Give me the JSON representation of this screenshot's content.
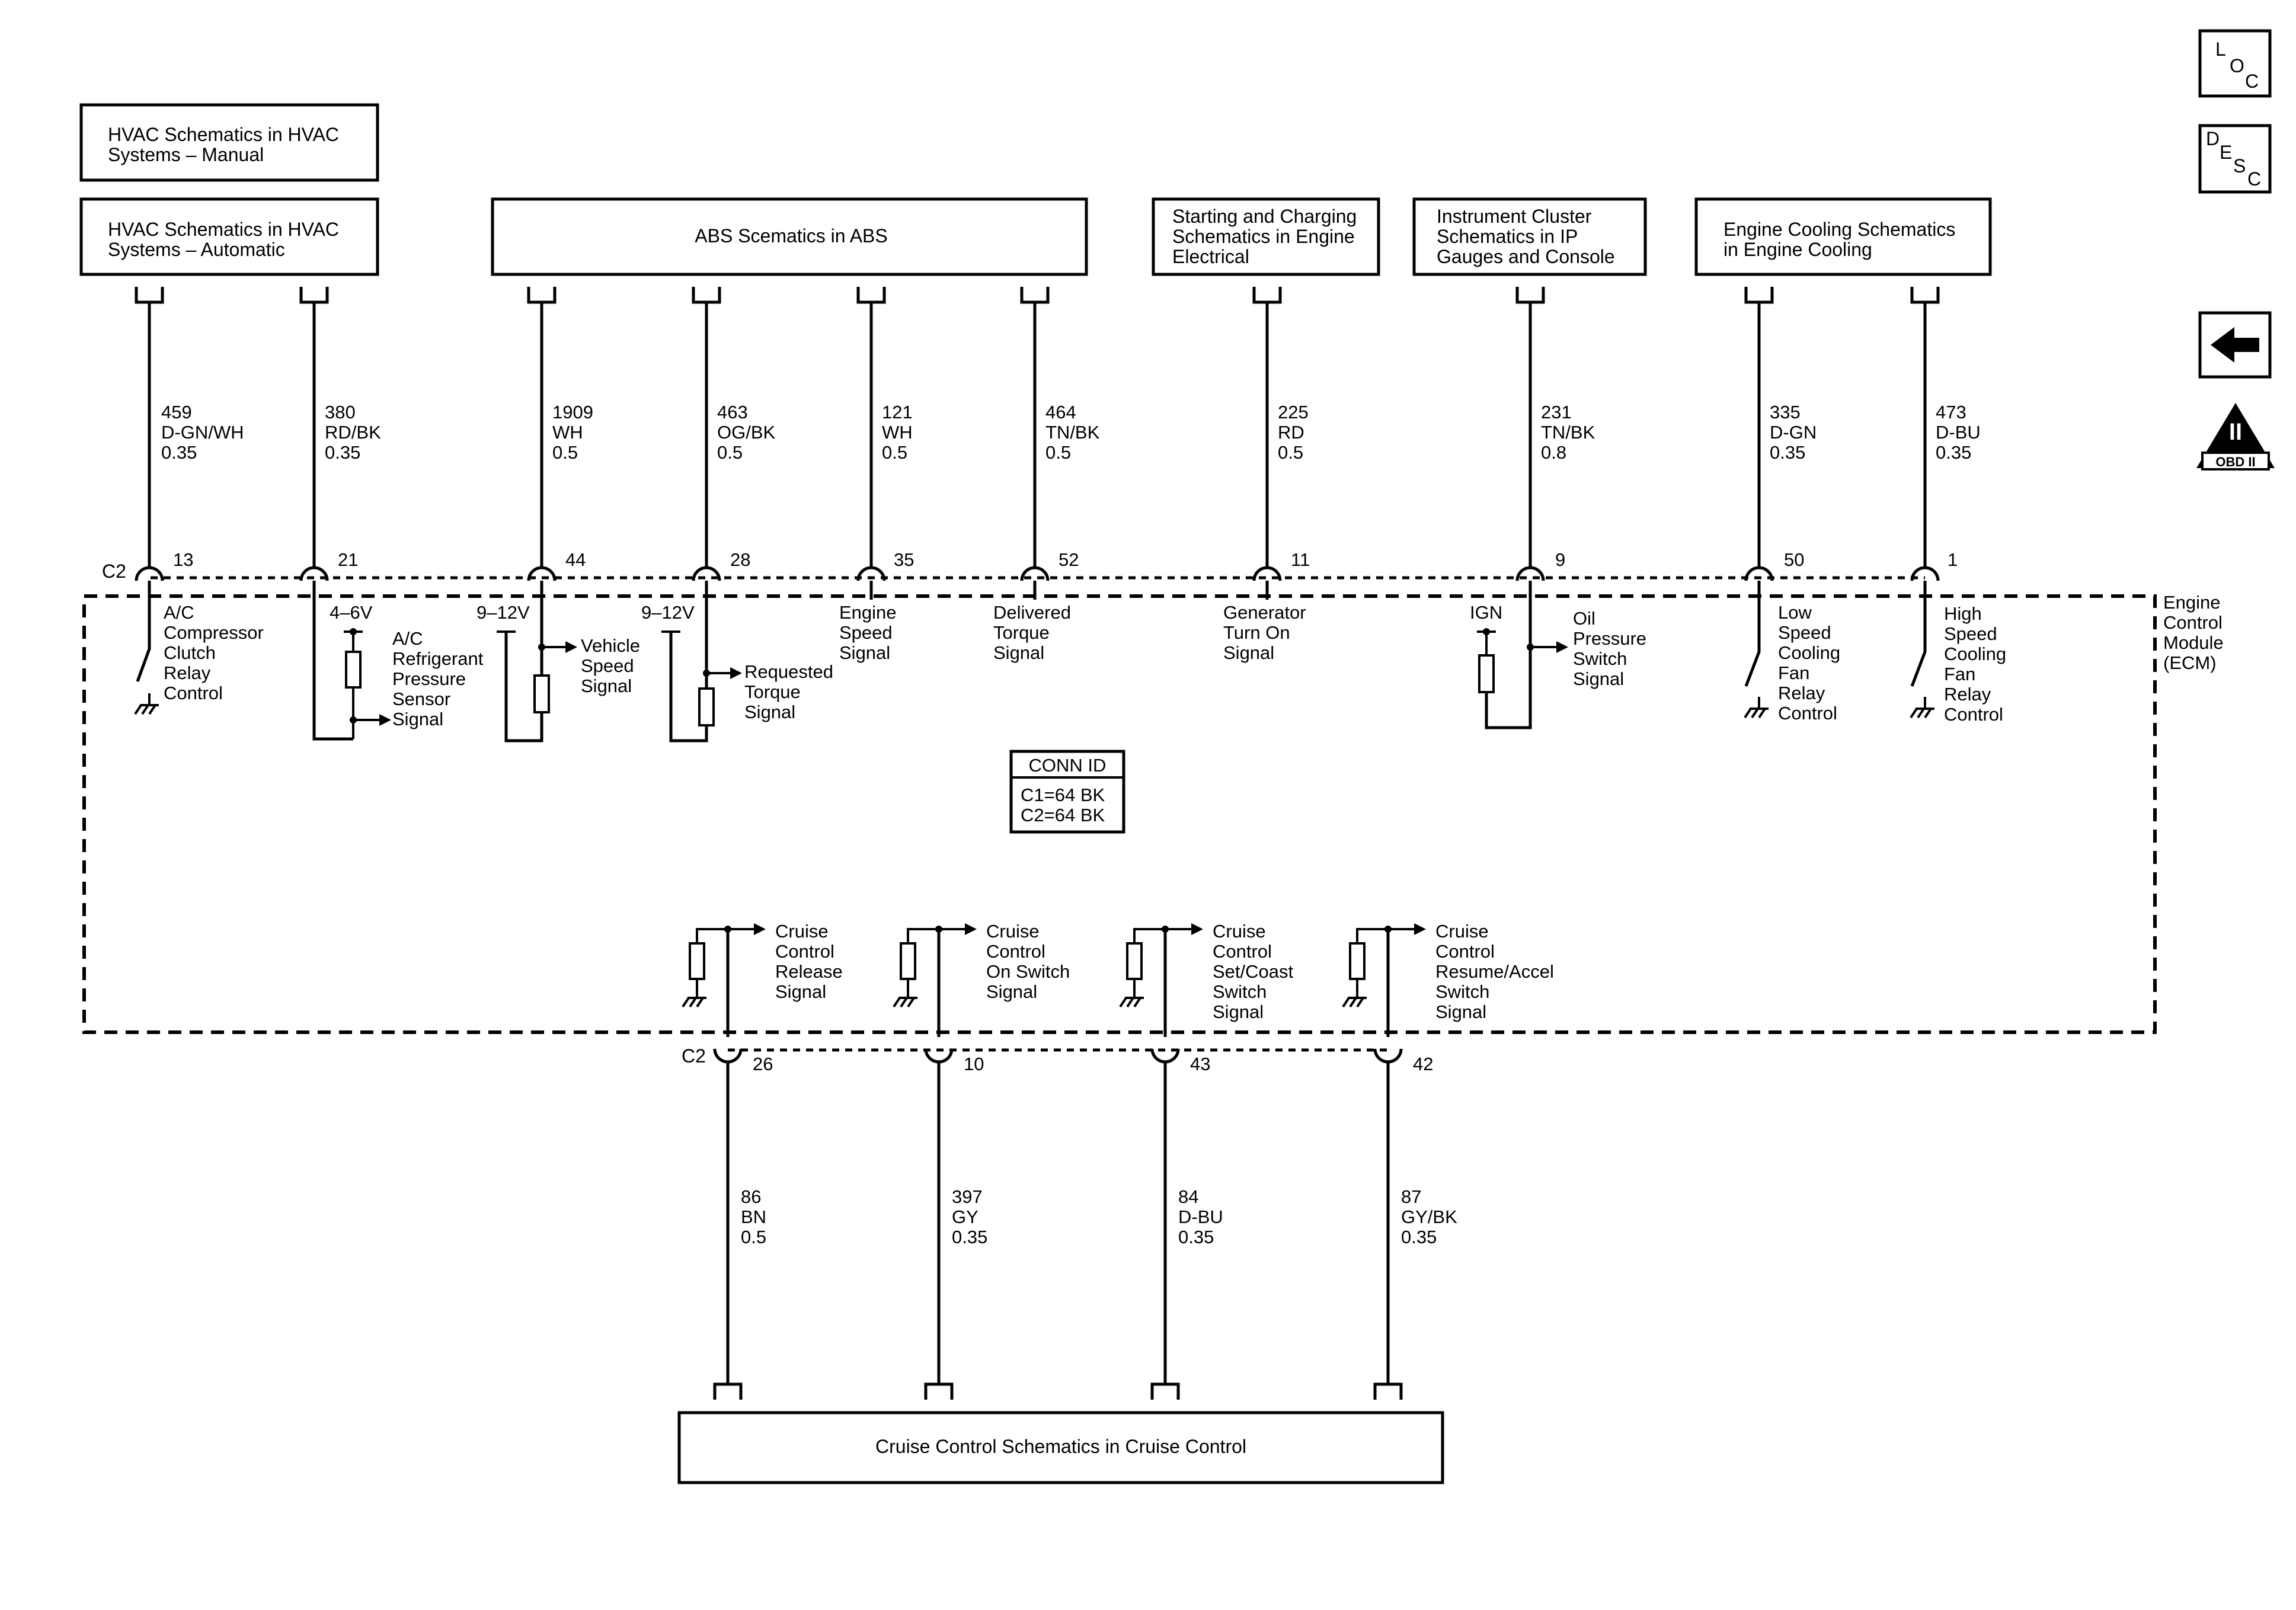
{
  "top_boxes": [
    {
      "id": "hvac-manual",
      "lines": [
        "HVAC Schematics in HVAC",
        "Systems – Manual"
      ]
    },
    {
      "id": "hvac-auto",
      "lines": [
        "HVAC Schematics in HVAC",
        "Systems – Automatic"
      ]
    },
    {
      "id": "abs",
      "lines": [
        "ABS Scematics in ABS"
      ]
    },
    {
      "id": "starting-charging",
      "lines": [
        "Starting and Charging",
        "Schematics in Engine",
        "Electrical"
      ]
    },
    {
      "id": "instrument-cluster",
      "lines": [
        "Instrument Cluster",
        "Schematics in IP",
        "Gauges and Console"
      ]
    },
    {
      "id": "engine-cooling",
      "lines": [
        "Engine Cooling Schematics",
        "in Engine Cooling"
      ]
    }
  ],
  "bottom_box": {
    "lines": [
      "Cruise Control Schematics in Cruise Control"
    ]
  },
  "nav_icons": {
    "loc": [
      "L",
      "O",
      "C"
    ],
    "desc": [
      "D",
      "E",
      "S",
      "C"
    ],
    "back": "back-arrow",
    "obd_numeral": "II",
    "obd_label": "OBD II"
  },
  "connector_label": "C2",
  "top_wires": [
    {
      "circuit": "459",
      "color": "D-GN/WH",
      "size": "0.35",
      "pin": "13",
      "function": [
        "A/C",
        "Compressor",
        "Clutch",
        "Relay",
        "Control"
      ]
    },
    {
      "circuit": "380",
      "color": "RD/BK",
      "size": "0.35",
      "pin": "21",
      "voltage": "4–6V",
      "function": [
        "A/C",
        "Refrigerant",
        "Pressure",
        "Sensor",
        "Signal"
      ]
    },
    {
      "circuit": "1909",
      "color": "WH",
      "size": "0.5",
      "pin": "44",
      "voltage": "9–12V",
      "function": [
        "Vehicle",
        "Speed",
        "Signal"
      ]
    },
    {
      "circuit": "463",
      "color": "OG/BK",
      "size": "0.5",
      "pin": "28",
      "voltage": "9–12V",
      "function": [
        "Requested",
        "Torque",
        "Signal"
      ]
    },
    {
      "circuit": "121",
      "color": "WH",
      "size": "0.5",
      "pin": "35",
      "function": [
        "Engine",
        "Speed",
        "Signal"
      ]
    },
    {
      "circuit": "464",
      "color": "TN/BK",
      "size": "0.5",
      "pin": "52",
      "function": [
        "Delivered",
        "Torque",
        "Signal"
      ]
    },
    {
      "circuit": "225",
      "color": "RD",
      "size": "0.5",
      "pin": "11",
      "function": [
        "Generator",
        "Turn On",
        "Signal"
      ]
    },
    {
      "circuit": "231",
      "color": "TN/BK",
      "size": "0.8",
      "pin": "9",
      "voltage": "IGN",
      "function": [
        "Oil",
        "Pressure",
        "Switch",
        "Signal"
      ]
    },
    {
      "circuit": "335",
      "color": "D-GN",
      "size": "0.35",
      "pin": "50",
      "function": [
        "Low",
        "Speed",
        "Cooling",
        "Fan",
        "Relay",
        "Control"
      ]
    },
    {
      "circuit": "473",
      "color": "D-BU",
      "size": "0.35",
      "pin": "1",
      "function": [
        "High",
        "Speed",
        "Cooling",
        "Fan",
        "Relay",
        "Control"
      ]
    }
  ],
  "module_label": [
    "Engine",
    "Control",
    "Module",
    "(ECM)"
  ],
  "conn_id": {
    "title": "CONN ID",
    "lines": [
      "C1=64 BK",
      "C2=64 BK"
    ]
  },
  "bottom_wires": [
    {
      "circuit": "86",
      "color": "BN",
      "size": "0.5",
      "pin": "26",
      "function": [
        "Cruise",
        "Control",
        "Release",
        "Signal"
      ]
    },
    {
      "circuit": "397",
      "color": "GY",
      "size": "0.35",
      "pin": "10",
      "function": [
        "Cruise",
        "Control",
        "On Switch",
        "Signal"
      ]
    },
    {
      "circuit": "84",
      "color": "D-BU",
      "size": "0.35",
      "pin": "43",
      "function": [
        "Cruise",
        "Control",
        "Set/Coast",
        "Switch",
        "Signal"
      ]
    },
    {
      "circuit": "87",
      "color": "GY/BK",
      "size": "0.35",
      "pin": "42",
      "function": [
        "Cruise",
        "Control",
        "Resume/Accel",
        "Switch",
        "Signal"
      ]
    }
  ]
}
